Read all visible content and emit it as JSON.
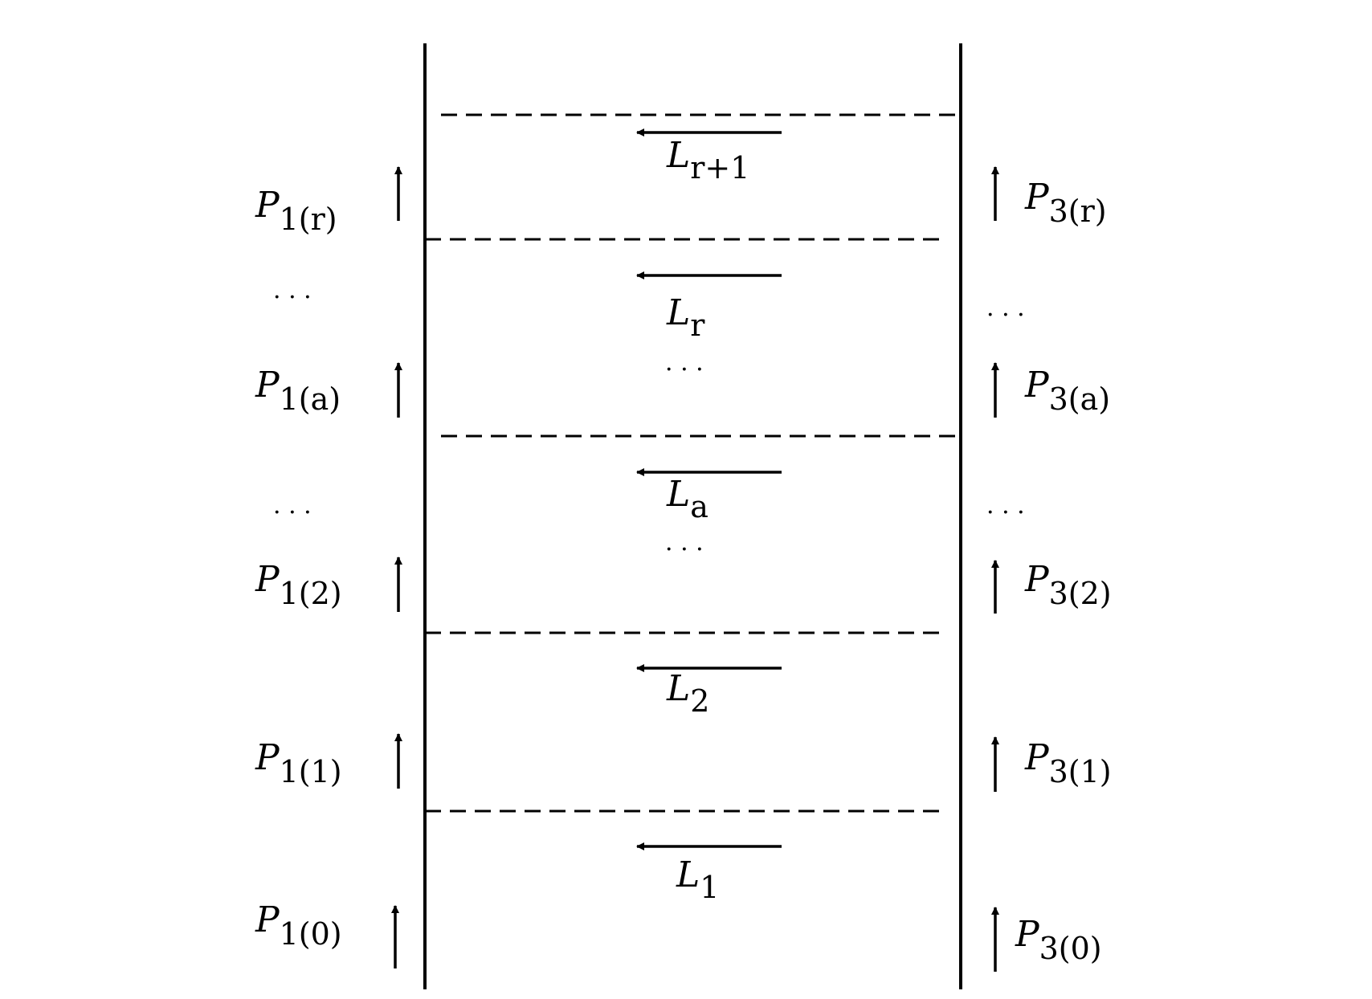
{
  "colors": {
    "ink": "#000000",
    "background": "#ffffff"
  },
  "diagram": {
    "left_labels": [
      {
        "base": "P",
        "sub": "1(r)"
      },
      {
        "base": "P",
        "sub": "1(a)"
      },
      {
        "base": "P",
        "sub": "1(2)"
      },
      {
        "base": "P",
        "sub": "1(1)"
      },
      {
        "base": "P",
        "sub": "1(0)"
      }
    ],
    "right_labels": [
      {
        "base": "P",
        "sub": "3(r)"
      },
      {
        "base": "P",
        "sub": "3(a)"
      },
      {
        "base": "P",
        "sub": "3(2)"
      },
      {
        "base": "P",
        "sub": "3(1)"
      },
      {
        "base": "P",
        "sub": "3(0)"
      }
    ],
    "layer_labels": [
      {
        "base": "L",
        "sub": "r+1"
      },
      {
        "base": "L",
        "sub": "r"
      },
      {
        "base": "L",
        "sub": "a"
      },
      {
        "base": "L",
        "sub": "2"
      },
      {
        "base": "L",
        "sub": "1"
      }
    ],
    "ellipsis": "· · ·"
  }
}
